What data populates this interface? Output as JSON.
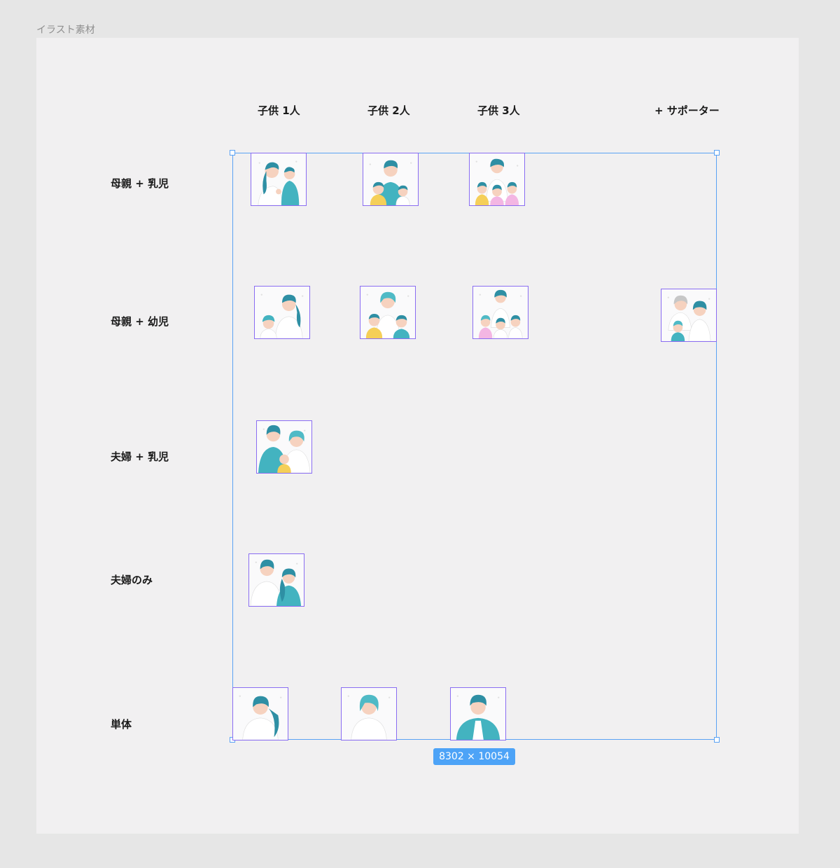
{
  "frame_title": "イラスト素材",
  "columns": {
    "c1": "子供 1人",
    "c2": "子供 2人",
    "c3": "子供 3人",
    "supporter": "+ サポーター"
  },
  "rows": {
    "r1": "母親 + 乳児",
    "r2": "母親 + 幼児",
    "r3": "夫婦 + 乳児",
    "r4": "夫婦のみ",
    "r5": "単体"
  },
  "selection_size": "8302 × 10054",
  "colors": {
    "hair_teal": "#2e8fa4",
    "hair_light": "#4fbac6",
    "skin": "#f6d2bf",
    "shirt_white": "#ffffff",
    "shirt_teal": "#43b3c0",
    "shirt_yellow": "#f5cf58",
    "shirt_pink": "#f3b6e3",
    "hair_gray": "#c7c7c7",
    "tile_border": "#8a6df2",
    "selection": "#5aa2f4"
  },
  "illustrations": [
    "family-mother-baby-1",
    "family-mother-baby-2",
    "family-mother-baby-3",
    "family-mother-child-1",
    "family-mother-child-2",
    "family-mother-child-3",
    "family-mother-child-supporter",
    "family-couple-baby",
    "family-couple",
    "single-woman-long-hair",
    "single-woman-bob",
    "single-man"
  ]
}
